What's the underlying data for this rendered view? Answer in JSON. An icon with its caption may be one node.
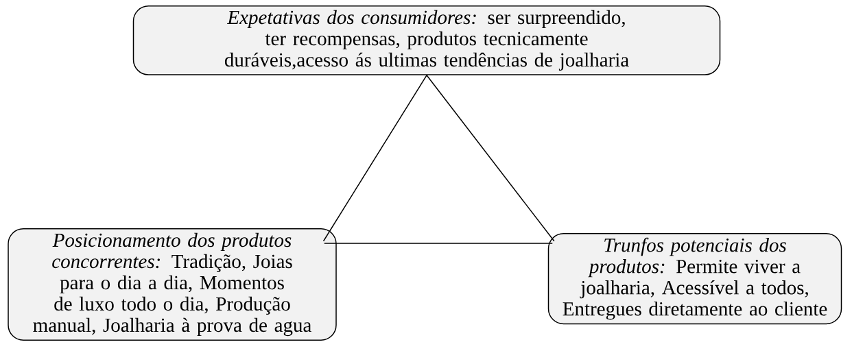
{
  "diagram": {
    "nodes": [
      {
        "text": [
          "*Expetativas dos consumidores:* ser surpreendido, ter recompensas, produtos tecnicamente duráveis,acesso ás ultimas tendências de joalharia"
        ]
      },
      {
        "text": [
          "*Posicionamento dos produtos concorrentes:* Tradição, Joias para o dia a dia, Momentos de luxo todo o dia, Produção manual, Joalharia à prova de agua"
        ]
      },
      {
        "text": [
          "*Trunfos potenciais dos produtos:* Permite viver a joalharia, Acessível a todos, Entregues diretamente ao cliente"
        ]
      }
    ],
    "edges": [
      {
        "from": 0,
        "to": 1,
        "arrow": "none"
      },
      {
        "from": 0,
        "to": 2,
        "arrow": "none"
      },
      {
        "from": 1,
        "to": 2,
        "arrow": "none"
      }
    ]
  }
}
